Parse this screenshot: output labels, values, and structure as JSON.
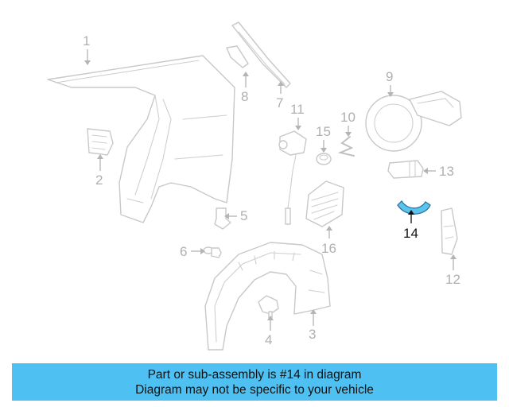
{
  "callouts": [
    "1",
    "2",
    "3",
    "4",
    "5",
    "6",
    "7",
    "8",
    "9",
    "10",
    "11",
    "12",
    "13",
    "14",
    "15",
    "16"
  ],
  "highlighted_callout": "14",
  "banner": {
    "line1": "Part or sub-assembly is #14 in diagram",
    "line2": "Diagram may not be specific to your vehicle"
  },
  "colors": {
    "banner_background": "#4fc0f2",
    "highlight_part": "#5bc4ee",
    "line_art": "#c8c8c8",
    "callout_text": "#b0b0b0",
    "active_callout": "#111111"
  },
  "icons": []
}
